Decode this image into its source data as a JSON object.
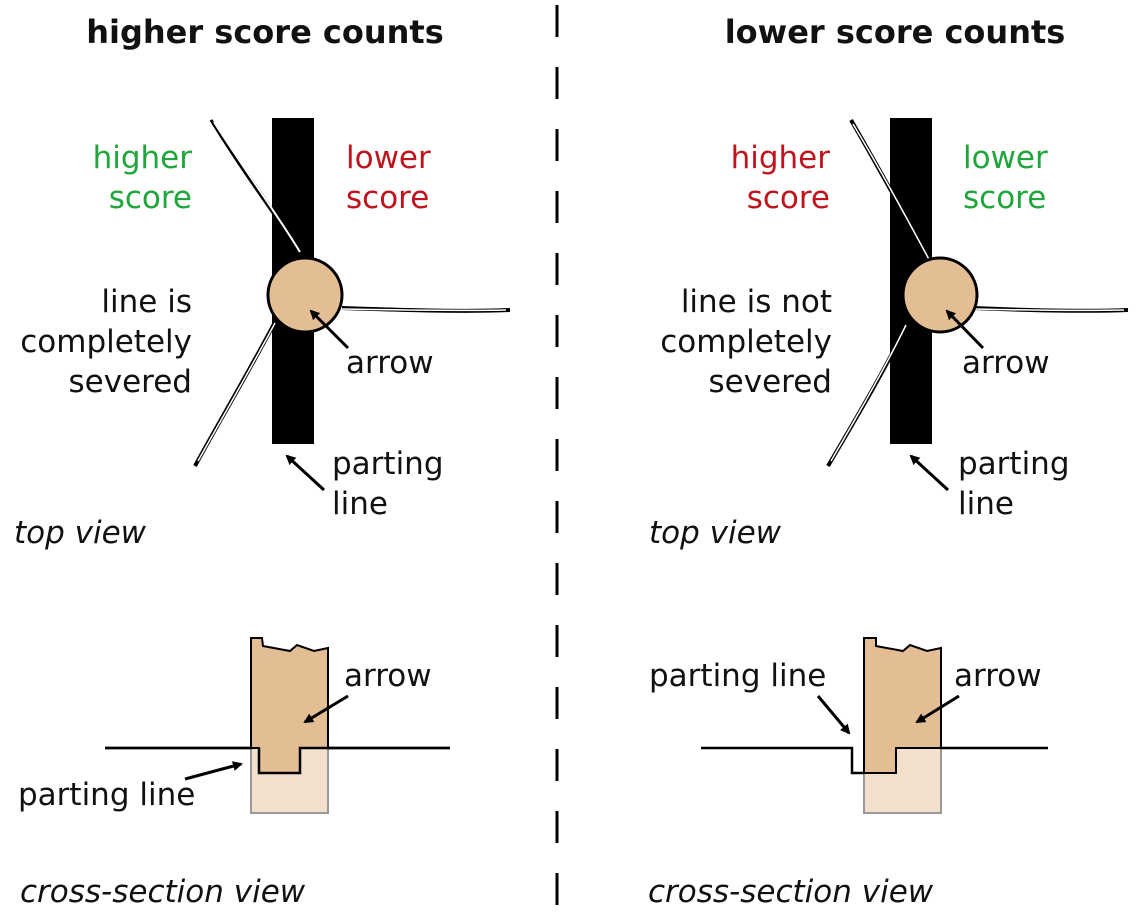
{
  "colors": {
    "good": "#1fa63b",
    "bad": "#c0141c",
    "arrow_fill": "#e3bd93",
    "arrow_below_fill": "#f2dfcc",
    "parting_line": "#000000",
    "divider": "#000000"
  },
  "panels": [
    {
      "title": "higher score counts",
      "top_view": {
        "label_left": "higher\nscore",
        "label_left_color": "good",
        "label_right": "lower\nscore",
        "label_right_color": "bad",
        "condition": "line is\ncompletely\nsevered",
        "arrow_label": "arrow",
        "parting_line_label": "parting\nline",
        "view_label": "top view"
      },
      "cross_section": {
        "arrow_label": "arrow",
        "parting_line_label": "parting line",
        "view_label": "cross-section view"
      }
    },
    {
      "title": "lower score counts",
      "top_view": {
        "label_left": "higher\nscore",
        "label_left_color": "bad",
        "label_right": "lower\nscore",
        "label_right_color": "good",
        "condition": "line is not\ncompletely\nsevered",
        "arrow_label": "arrow",
        "parting_line_label": "parting\nline",
        "view_label": "top view"
      },
      "cross_section": {
        "arrow_label": "arrow",
        "parting_line_label": "parting line",
        "view_label": "cross-section view"
      }
    }
  ]
}
